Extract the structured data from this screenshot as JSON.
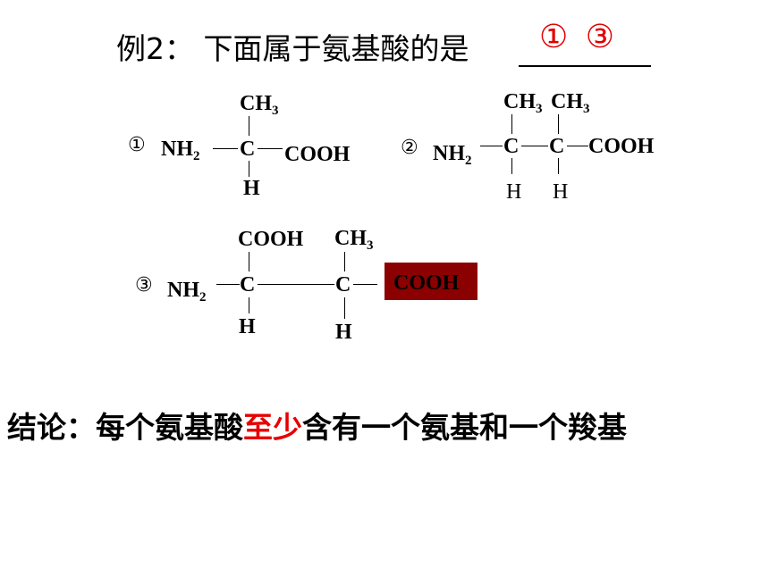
{
  "example": {
    "title": "例2：  下面属于氨基酸的是",
    "answer": "① ③"
  },
  "compound1": {
    "marker": "①",
    "amino": "NH",
    "amino_sub": "2",
    "top": "CH",
    "top_sub": "3",
    "carbon": "C",
    "carboxyl": "COOH",
    "bottom": "H"
  },
  "compound2": {
    "marker": "②",
    "amino": "NH",
    "amino_sub": "2",
    "top1": "CH",
    "top1_sub": "3",
    "top2": "CH",
    "top2_sub": "3",
    "carbon1": "C",
    "carbon2": "C",
    "carboxyl": "COOH",
    "bottom1": "H",
    "bottom2": "H"
  },
  "compound3": {
    "marker": "③",
    "amino": "NH",
    "amino_sub": "2",
    "top1": "COOH",
    "top2": "CH",
    "top2_sub": "3",
    "carbon1": "C",
    "carbon2": "C",
    "carboxyl": "COOH",
    "bottom1": "H",
    "bottom2": "H",
    "highlight_color": "#8b0000"
  },
  "conclusion": {
    "before": "结论：每个氨基酸",
    "emphasis": "至少",
    "after": "含有一个氨基和一个羧基",
    "emphasis_color": "#e60000"
  }
}
